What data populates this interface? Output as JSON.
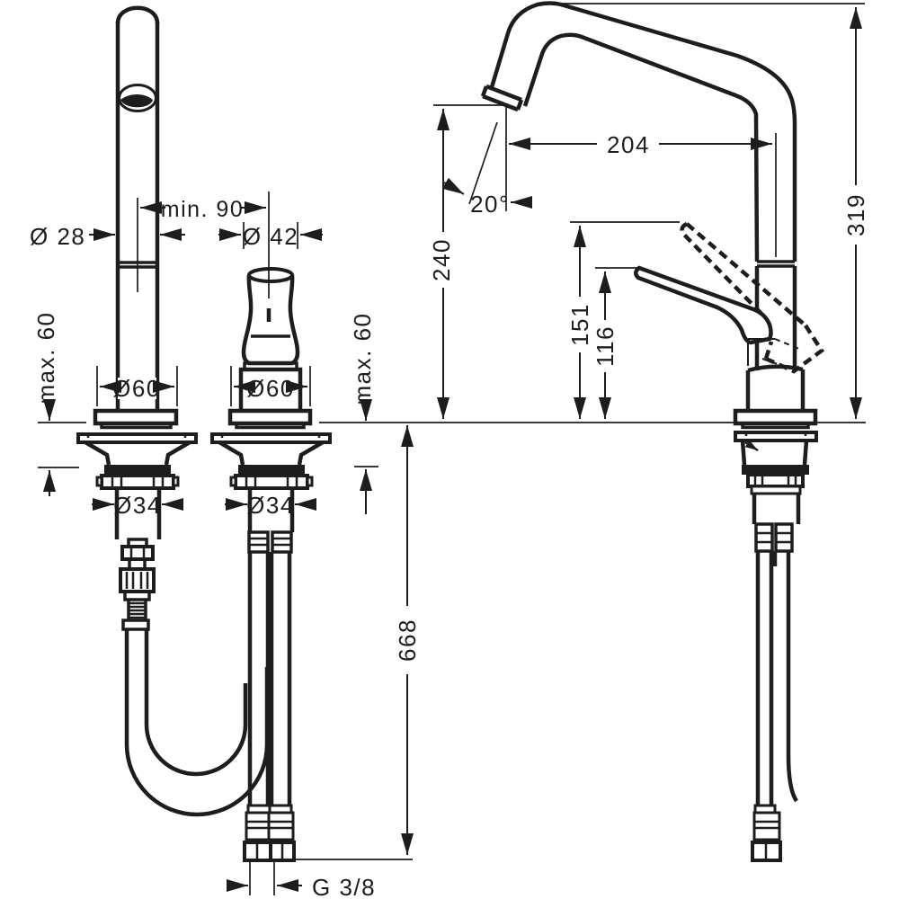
{
  "drawing_type": "faucet installation dimensional drawing, front and side view",
  "front": {
    "spout_diameter": "Ø 28",
    "center_distance_min": "min. 90",
    "body_diameter": "Ø 42",
    "deck_thickness_max_spout": "max. 60",
    "deck_thickness_max_valve": "max. 60",
    "spout_base_diameter": "Ø60",
    "valve_base_diameter": "Ø60",
    "spout_shank_diameter": "Ø34",
    "valve_shank_diameter": "Ø34",
    "hose_length": "668",
    "supply_connection": "G 3/8"
  },
  "side": {
    "spout_reach": "204",
    "outlet_angle": "20°",
    "overall_height": "319",
    "outlet_height": "240",
    "handle_raised_height": "151",
    "handle_rest_height": "116"
  }
}
